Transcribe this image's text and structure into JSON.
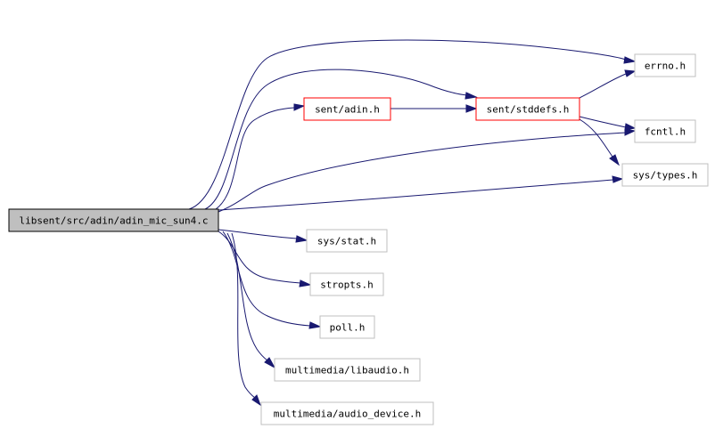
{
  "colors": {
    "edge": "#191970",
    "root_fill": "#bfbfbf",
    "root_border": "#000000",
    "local_border": "#ff0000",
    "system_border": "#bfbfbf",
    "background": "#ffffff"
  },
  "nodes": {
    "root": "libsent/src/adin/adin_mic_sun4.c",
    "sent_adin": "sent/adin.h",
    "sent_stddefs": "sent/stddefs.h",
    "errno": "errno.h",
    "fcntl": "fcntl.h",
    "sys_types": "sys/types.h",
    "sys_stat": "sys/stat.h",
    "stropts": "stropts.h",
    "poll": "poll.h",
    "libaudio": "multimedia/libaudio.h",
    "audio_device": "multimedia/audio_device.h"
  },
  "edges": [
    [
      "root",
      "errno"
    ],
    [
      "root",
      "sent_stddefs"
    ],
    [
      "root",
      "sent_adin"
    ],
    [
      "root",
      "fcntl"
    ],
    [
      "root",
      "sys_types"
    ],
    [
      "root",
      "sys_stat"
    ],
    [
      "root",
      "stropts"
    ],
    [
      "root",
      "poll"
    ],
    [
      "root",
      "libaudio"
    ],
    [
      "root",
      "audio_device"
    ],
    [
      "sent_adin",
      "sent_stddefs"
    ],
    [
      "sent_stddefs",
      "errno"
    ],
    [
      "sent_stddefs",
      "fcntl"
    ],
    [
      "sent_stddefs",
      "sys_types"
    ]
  ]
}
